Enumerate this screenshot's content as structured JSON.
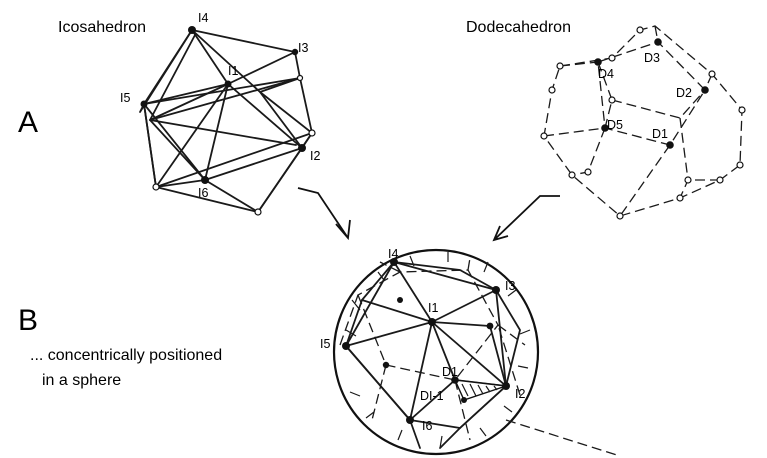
{
  "panel_a": {
    "letter": "A",
    "left_title": "Icosahedron",
    "right_title": "Dodecahedron",
    "ico_labels": [
      "I1",
      "I2",
      "I3",
      "I4",
      "I5",
      "I6"
    ],
    "dodeca_labels": [
      "D1",
      "D2",
      "D3",
      "D4",
      "D5"
    ]
  },
  "panel_b": {
    "letter": "B",
    "caption_line1": "... concentrically positioned",
    "caption_line2": "in a sphere",
    "ico_labels": [
      "I1",
      "I2",
      "I3",
      "I4",
      "I5",
      "I6"
    ],
    "dodeca_label": "D1",
    "overlap_label": "DI-1"
  }
}
